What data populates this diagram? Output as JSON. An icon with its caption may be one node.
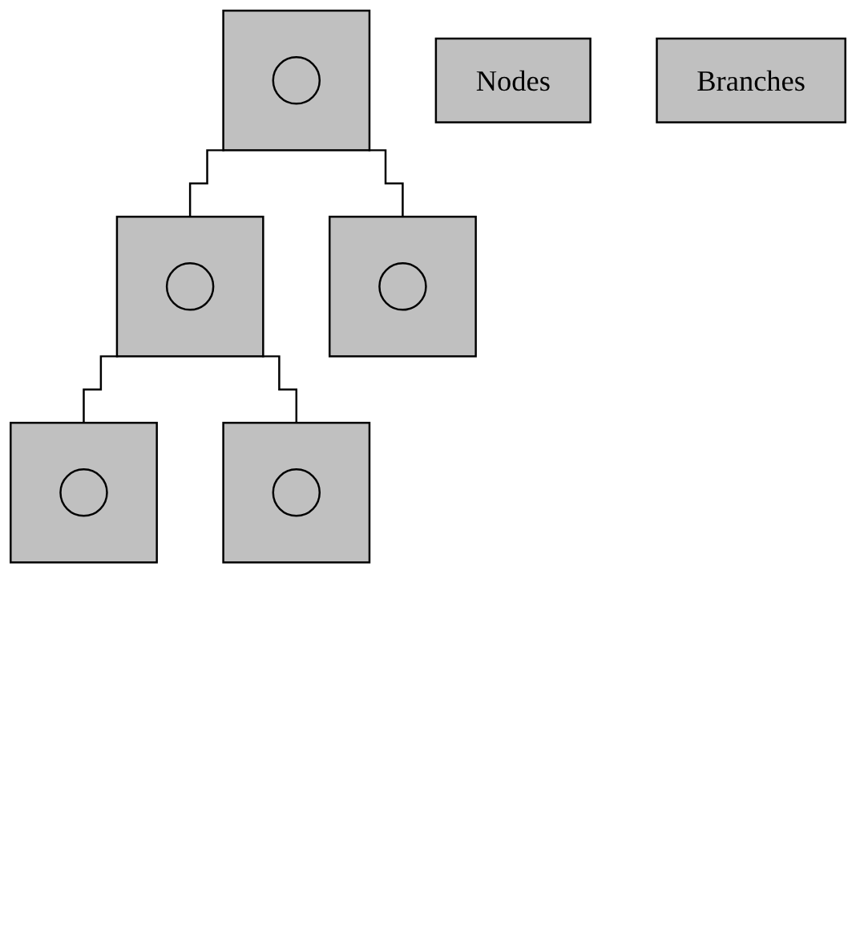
{
  "diagram": {
    "nodes": [
      {
        "text": [
          "Nodes"
        ]
      },
      {
        "text": [],
        "shape": "box"
      },
      {
        "text": [],
        "shape": "circle",
        "in": 1
      },
      {
        "text": [
          "Branches"
        ]
      },
      {
        "text": [],
        "shape": "box"
      },
      {
        "text": [],
        "shape": "circle",
        "in": 4
      },
      {
        "text": [],
        "shape": "box"
      },
      {
        "text": [],
        "shape": "circle",
        "in": 6
      },
      {
        "text": [],
        "shape": "box"
      },
      {
        "text": [],
        "shape": "circle",
        "in": 8
      },
      {
        "text": [],
        "shape": "box"
      },
      {
        "text": [],
        "shape": "circle",
        "in": 10
      }
    ],
    "edges": [
      {
        "from": 1,
        "to": 4,
        "arrow": "none"
      },
      {
        "from": 1,
        "to": 6,
        "arrow": "none"
      },
      {
        "from": 6,
        "to": 8,
        "arrow": "none"
      },
      {
        "from": 6,
        "to": 10,
        "arrow": "none"
      }
    ]
  }
}
